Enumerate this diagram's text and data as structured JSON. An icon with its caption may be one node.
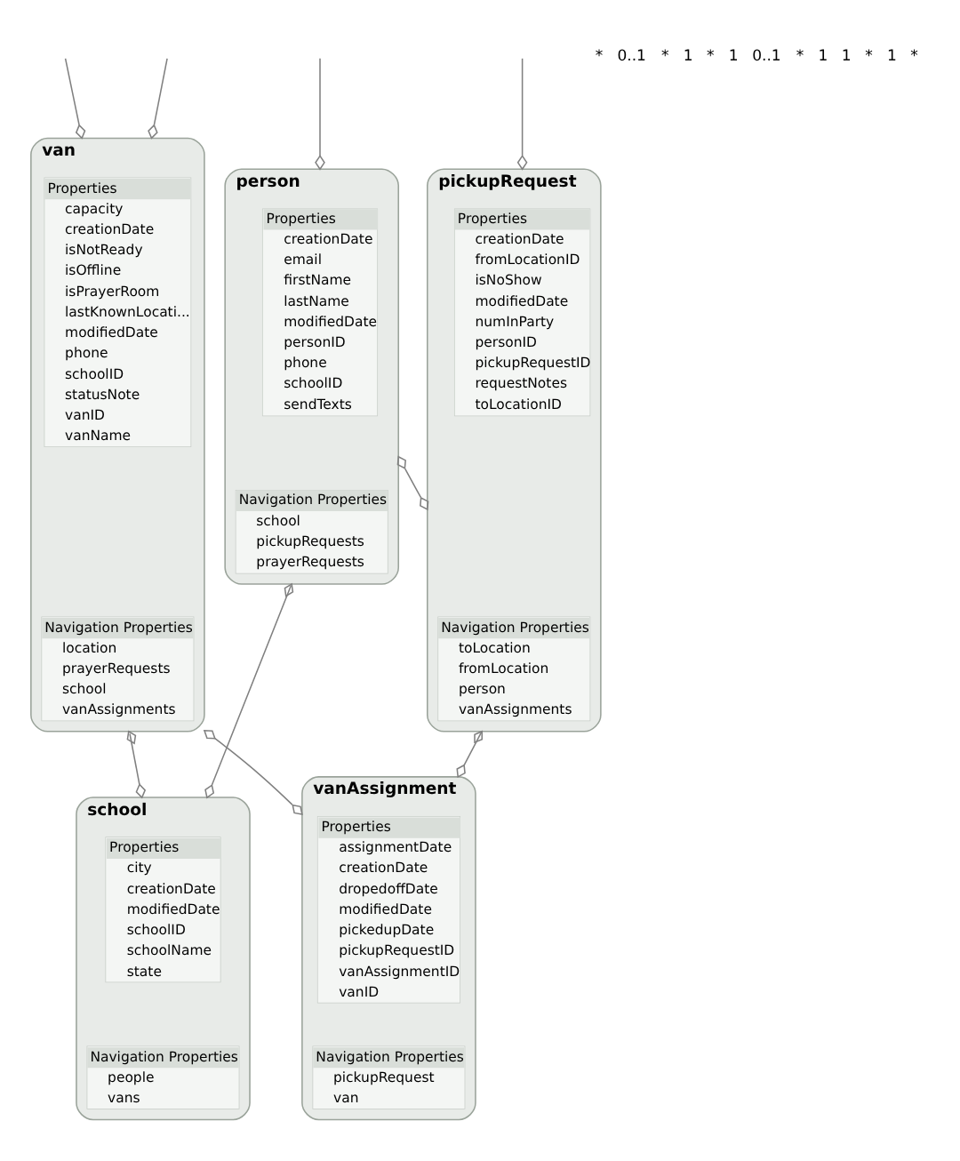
{
  "diagram": {
    "nodes": [
      {
        "text": [
          "van"
        ]
      },
      {
        "text": [
          "Properties",
          "capacity",
          "creationDate",
          "isNotReady",
          "isOffline",
          "isPrayerRoom",
          "lastKnownLocati...",
          "modifiedDate",
          "phone",
          "schoolID",
          "statusNote",
          "vanID",
          "vanName"
        ],
        "in": 0
      },
      {
        "text": [
          "Navigation Properties",
          "location",
          "prayerRequests",
          "school",
          "vanAssignments"
        ],
        "in": 0
      },
      {
        "text": [
          "pickupRequest"
        ]
      },
      {
        "text": [
          "Properties",
          "creationDate",
          "fromLocationID",
          "isNoShow",
          "modifiedDate",
          "numInParty",
          "personID",
          "pickupRequestID",
          "requestNotes",
          "toLocationID"
        ],
        "in": 3
      },
      {
        "text": [
          "Navigation Properties",
          "toLocation",
          "fromLocation",
          "person",
          "vanAssignments"
        ],
        "in": 3
      },
      {
        "text": [
          "person"
        ]
      },
      {
        "text": [
          "Properties",
          "creationDate",
          "email",
          "firstName",
          "lastName",
          "modifiedDate",
          "personID",
          "phone",
          "schoolID",
          "sendTexts"
        ],
        "in": 6
      },
      {
        "text": [
          "Navigation Properties",
          "school",
          "pickupRequests",
          "prayerRequests"
        ],
        "in": 6
      },
      {
        "text": [
          "school"
        ]
      },
      {
        "text": [
          "Properties",
          "city",
          "creationDate",
          "modifiedDate",
          "schoolID",
          "schoolName",
          "state"
        ],
        "in": 9
      },
      {
        "text": [
          "Navigation Properties",
          "people",
          "vans"
        ],
        "in": 9
      },
      {
        "text": [
          "vanAssignment"
        ]
      },
      {
        "text": [
          "Properties",
          "assignmentDate",
          "creationDate",
          "dropedoffDate",
          "modifiedDate",
          "pickedupDate",
          "pickupRequestID",
          "vanAssignmentID",
          "vanID"
        ],
        "in": 12
      },
      {
        "text": [
          "Navigation Properties",
          "pickupRequest",
          "van"
        ],
        "in": 12
      }
    ],
    "edges": [
      {
        "from": null,
        "to": 0,
        "arrow": "other"
      },
      {
        "from": null,
        "to": 0,
        "arrow": "other"
      },
      {
        "from": null,
        "to": 3,
        "arrow": "other"
      },
      {
        "from": null,
        "to": 6,
        "arrow": "other"
      },
      {
        "from": 3,
        "to": 6,
        "arrow": "other"
      },
      {
        "from": 6,
        "to": 9,
        "arrow": "other"
      },
      {
        "from": 0,
        "to": 9,
        "arrow": "other"
      },
      {
        "from": 3,
        "to": 12,
        "arrow": "other"
      },
      {
        "from": 0,
        "to": 12,
        "arrow": "other"
      }
    ],
    "labels": [
      "*",
      "0..1",
      "*",
      "1",
      "*",
      "1",
      "0..1",
      "*",
      "1",
      "1",
      "*",
      "1",
      "*"
    ]
  }
}
